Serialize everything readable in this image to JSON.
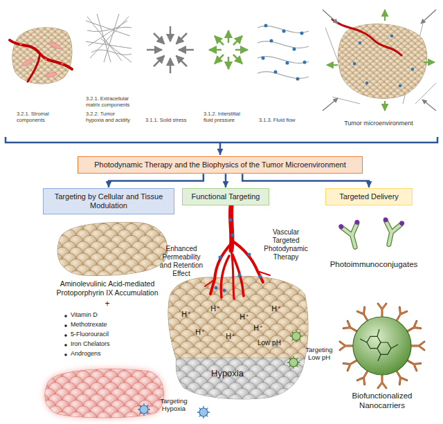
{
  "diagram": {
    "nodes": [
      {
        "text": [
          "3.2.1. Stromal components"
        ]
      },
      {
        "text": [
          "3.2.1. Extracellular matrix components",
          "3.2.2. Tumor hypoxia and acidity"
        ]
      },
      {
        "text": [
          "3.1.1. Solid stress"
        ]
      },
      {
        "text": [
          "3.1.2. Interstitial fluid pressure"
        ]
      },
      {
        "text": [
          "3.1.3. Fluid flow"
        ]
      },
      {
        "text": [
          "Tumor microenvironment"
        ]
      },
      {
        "text": [
          "Photodynamic Therapy and the Biophysics of the Tumor Microenvironment"
        ]
      },
      {
        "text": [
          "Targeting by Cellular and Tissue Modulation"
        ]
      },
      {
        "text": [
          "Functional Targeting"
        ]
      },
      {
        "text": [
          "Targeted Delivery"
        ]
      }
    ],
    "edges": [
      {
        "from": 6,
        "to": 7,
        "arrow": "to"
      },
      {
        "from": 6,
        "to": 8,
        "arrow": "to"
      },
      {
        "from": 6,
        "to": 9,
        "arrow": "to"
      }
    ],
    "labels": [
      "Aminolevulinic Acid-mediated Protoporphyrin IX Accumulation",
      "+",
      "Vitamin D",
      "Methotrexate",
      "5-Fluorouracil",
      "Iron Chelators",
      "Androgens",
      "Vascular Targeted Photodynamic Therapy",
      "Enhanced Permeability and Retention Effect",
      "H⁺",
      "H⁺",
      "H⁺",
      "H⁺",
      "H⁺",
      "H⁺",
      "H⁺",
      "Low pH",
      "Targeting Low pH",
      "Hypoxia",
      "Targeting Hypoxia",
      "Photoimmunoconjugates",
      "Biofunctionalized Nanocarriers"
    ]
  }
}
